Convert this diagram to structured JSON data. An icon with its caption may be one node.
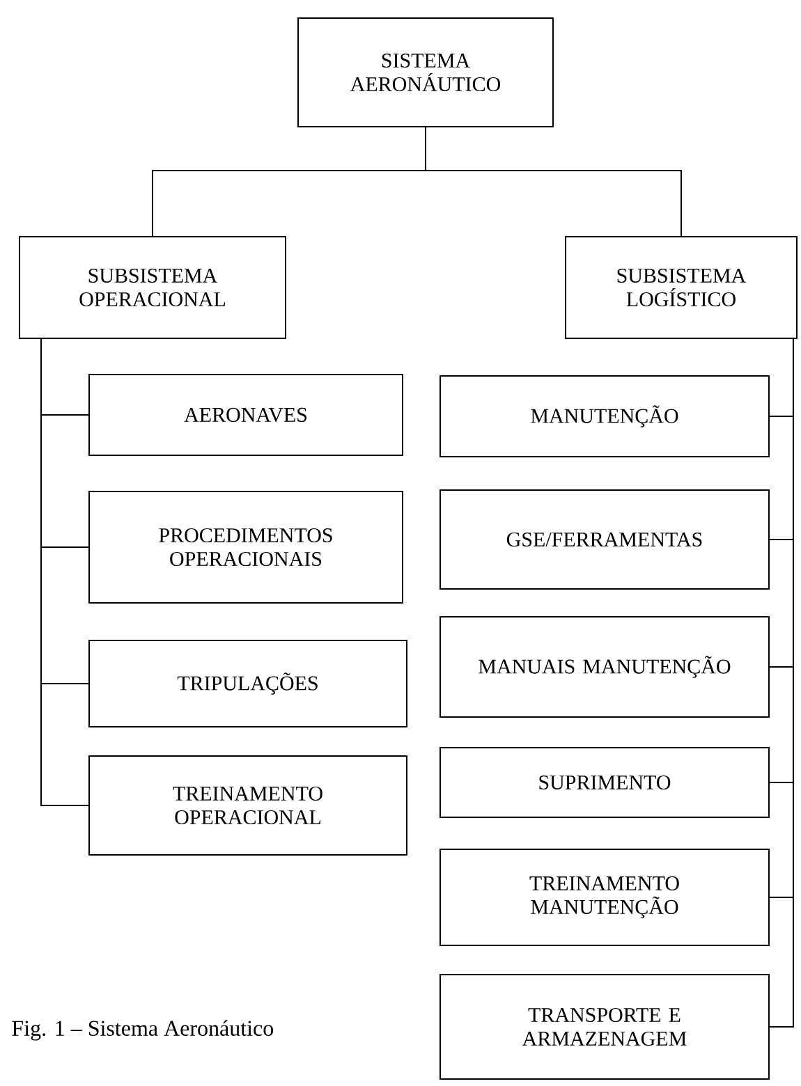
{
  "diagram": {
    "caption": "Fig. 1 – Sistema Aeronáutico",
    "nodes": [
      {
        "text": [
          "SISTEMA AERONÁUTICO"
        ]
      },
      {
        "text": [
          "SUBSISTEMA OPERACIONAL"
        ]
      },
      {
        "text": [
          "SUBSISTEMA LOGÍSTICO"
        ]
      },
      {
        "text": [
          "AERONAVES"
        ]
      },
      {
        "text": [
          "PROCEDIMENTOS OPERACIONAIS"
        ]
      },
      {
        "text": [
          "TRIPULAÇÕES"
        ]
      },
      {
        "text": [
          "TREINAMENTO OPERACIONAL"
        ]
      },
      {
        "text": [
          "MANUTENÇÃO"
        ]
      },
      {
        "text": [
          "GSE/FERRAMENTAS"
        ]
      },
      {
        "text": [
          "MANUAIS MANUTENÇÃO"
        ]
      },
      {
        "text": [
          "SUPRIMENTO"
        ]
      },
      {
        "text": [
          "TREINAMENTO MANUTENÇÃO"
        ]
      },
      {
        "text": [
          "TRANSPORTE E ARMAZENAGEM"
        ]
      }
    ],
    "edges": [
      {
        "from": 0,
        "to": 1,
        "arrow": "none"
      },
      {
        "from": 0,
        "to": 2,
        "arrow": "none"
      },
      {
        "from": 1,
        "to": 3,
        "arrow": "none"
      },
      {
        "from": 1,
        "to": 4,
        "arrow": "none"
      },
      {
        "from": 1,
        "to": 5,
        "arrow": "none"
      },
      {
        "from": 1,
        "to": 6,
        "arrow": "none"
      },
      {
        "from": 2,
        "to": 7,
        "arrow": "none"
      },
      {
        "from": 2,
        "to": 8,
        "arrow": "none"
      },
      {
        "from": 2,
        "to": 9,
        "arrow": "none"
      },
      {
        "from": 2,
        "to": 10,
        "arrow": "none"
      },
      {
        "from": 2,
        "to": 11,
        "arrow": "none"
      },
      {
        "from": 2,
        "to": 12,
        "arrow": "none"
      }
    ]
  }
}
